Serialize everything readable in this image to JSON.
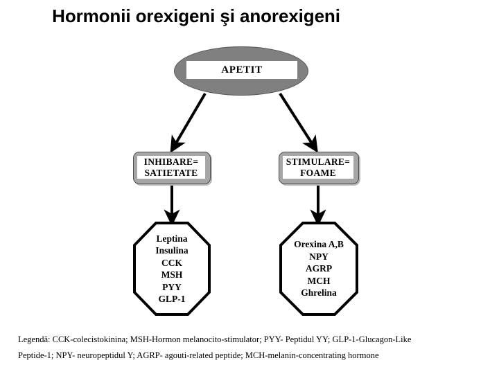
{
  "title": "Hormonii orexigeni şi anorexigeni",
  "diagram": {
    "type": "flowchart",
    "root": {
      "shape": "ellipse",
      "label": "APETIT",
      "fill_color": "#808080",
      "label_background": "#ffffff"
    },
    "branches": [
      {
        "id": "anorexigenic",
        "process": {
          "shape": "rounded-rectangle",
          "line1": "INHIBARE=",
          "line2": "SATIETATE"
        },
        "hormones": {
          "shape": "octagon",
          "items": [
            "Leptina",
            "Insulina",
            "CCK",
            "MSH",
            "PYY",
            "GLP-1"
          ]
        }
      },
      {
        "id": "orexigenic",
        "process": {
          "shape": "rounded-rectangle",
          "line1": "STIMULARE=",
          "line2": "FOAME"
        },
        "hormones": {
          "shape": "octagon",
          "items": [
            "Orexina A,B",
            "NPY",
            "AGRP",
            "MCH",
            "Ghrelina"
          ]
        }
      }
    ]
  },
  "legend": {
    "line1": "Legendă: CCK-colecistokinina; MSH-Hormon melanocito-stimulator; PYY- Peptidul YY; GLP-1-Glucagon-Like",
    "line2": "Peptide-1; NPY- neuropeptidul Y; AGRP- agouti-related peptide; MCH-melanin-concentrating hormone"
  }
}
